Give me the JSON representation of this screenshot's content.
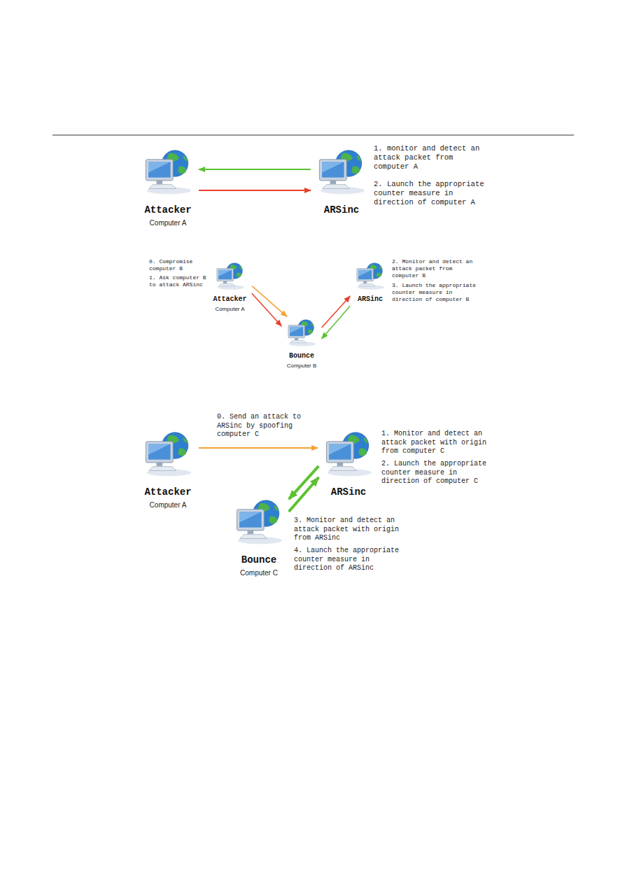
{
  "diagram": {
    "nodes": [
      {
        "text": [
          "Attacker",
          "Computer A"
        ]
      },
      {
        "text": [
          "ARSinc"
        ]
      },
      {
        "text": [
          "Attacker",
          "Computer A"
        ]
      },
      {
        "text": [
          "ARSinc"
        ]
      },
      {
        "text": [
          "Bounce",
          "Computer B"
        ]
      },
      {
        "text": [
          "Attacker",
          "Computer A"
        ]
      },
      {
        "text": [
          "ARSinc"
        ]
      },
      {
        "text": [
          "Bounce",
          "Computer C"
        ]
      }
    ],
    "edges": [
      {
        "from": 1,
        "to": 0,
        "arrow": "to"
      },
      {
        "from": 0,
        "to": 1,
        "arrow": "to"
      },
      {
        "from": 2,
        "to": 4,
        "arrow": "to"
      },
      {
        "from": 2,
        "to": 4,
        "arrow": "to"
      },
      {
        "from": 4,
        "to": 3,
        "arrow": "to"
      },
      {
        "from": 3,
        "to": 4,
        "arrow": "to"
      },
      {
        "from": 5,
        "to": 6,
        "arrow": "to"
      },
      {
        "from": 6,
        "to": 7,
        "arrow": "to"
      },
      {
        "from": 7,
        "to": 6,
        "arrow": "to"
      }
    ],
    "labels": [
      "1. monitor and detect an attack packet from computer A",
      "2. Launch the appropriate counter measure in direction of computer A",
      "0. Compromise computer B",
      "1. Ask computer B to attack ARSinc",
      "2. Monitor and detect an attack packet from computer B",
      "3. Launch the appropriate counter measure in direction of computer B",
      "0. Send an attack to ARSinc by spoofing computer C",
      "1. Monitor and detect an attack packet with origin from computer C",
      "2. Launch the appropriate counter measure in direction of computer C",
      "3. Monitor and detect an attack packet with origin from ARSinc",
      "4. Launch the appropriate counter measure in direction of ARSinc"
    ]
  }
}
